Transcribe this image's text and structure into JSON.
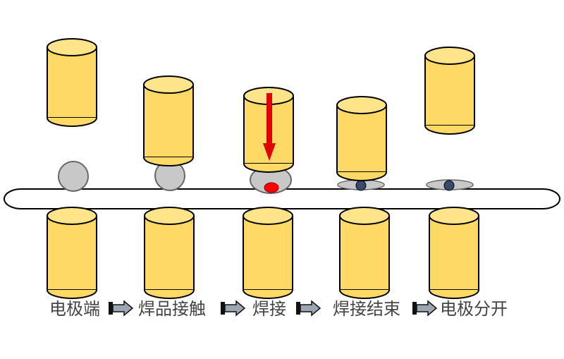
{
  "diagram": {
    "steps": [
      {
        "label": "电极端"
      },
      {
        "label": "焊品接触"
      },
      {
        "label": "焊接"
      },
      {
        "label": "焊接结束"
      },
      {
        "label": "电极分开"
      }
    ]
  },
  "colors": {
    "electrode_fill": "#ffd966",
    "electrode_top": "#ffe48a",
    "outline": "#000000",
    "ball_gray": "#c8c8c8",
    "weld_red": "#ff0000",
    "nugget_dark": "#3a4a6e",
    "press_arrow": "#e00000",
    "step_arrow": "#9aa6b2"
  },
  "icons": {
    "press_arrow": "down-arrow-icon",
    "step_arrow": "right-arrow-icon"
  }
}
